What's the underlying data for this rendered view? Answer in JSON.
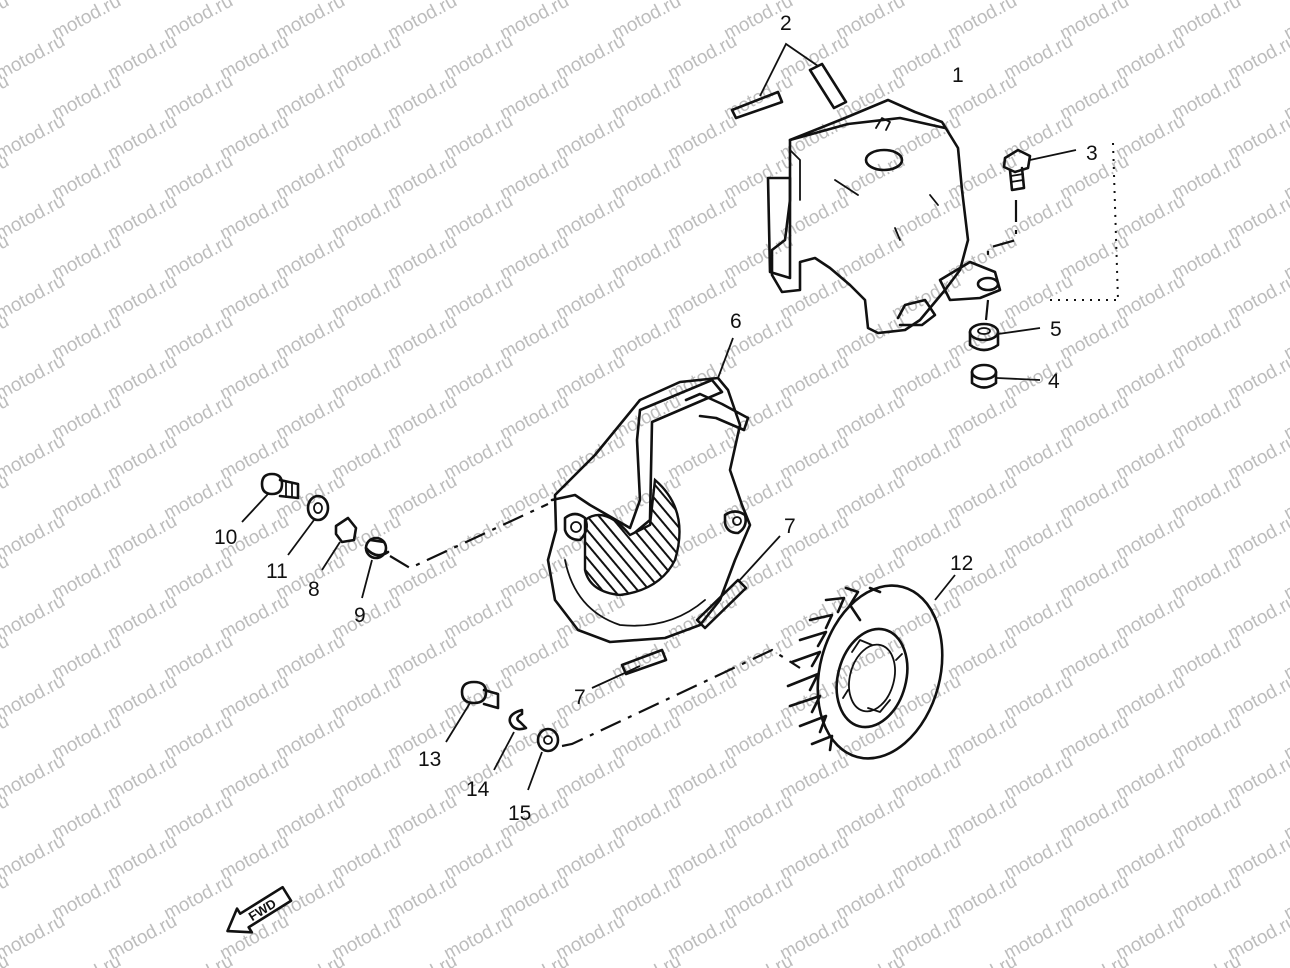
{
  "watermark_text": "motod.ru",
  "callouts": {
    "c1": "1",
    "c2": "2",
    "c3": "3",
    "c4": "4",
    "c5": "5",
    "c6": "6",
    "c7a": "7",
    "c7b": "7",
    "c8": "8",
    "c9": "9",
    "c10": "10",
    "c11": "11",
    "c12": "12",
    "c13": "13",
    "c14": "14",
    "c15": "15"
  },
  "fwd_label": "FWD",
  "colors": {
    "ink": "#111111",
    "watermark": "#bdbdbd",
    "background": "#ffffff"
  }
}
